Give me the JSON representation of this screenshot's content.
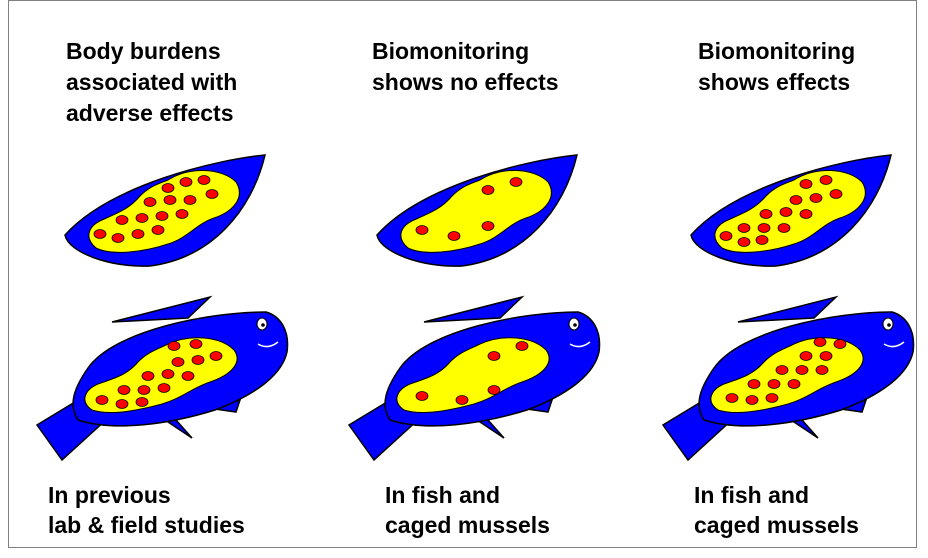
{
  "columns": [
    {
      "heading": "Body burdens\nassociated with\nadverse effects",
      "caption": "In previous\nlab & field studies"
    },
    {
      "heading": "Biomonitoring\nshows no effects",
      "caption": "In fish and\ncaged mussels"
    },
    {
      "heading": "Biomonitoring\nshows effects",
      "caption": "In fish and\ncaged mussels"
    }
  ],
  "colors": {
    "body": "#0000ff",
    "fill": "#ffff00",
    "dot": "#ff0000",
    "outline": "#000000",
    "eye": "#ffffff"
  },
  "icons": [
    "mussel-icon",
    "fish-icon",
    "contaminant-dot-icon"
  ]
}
